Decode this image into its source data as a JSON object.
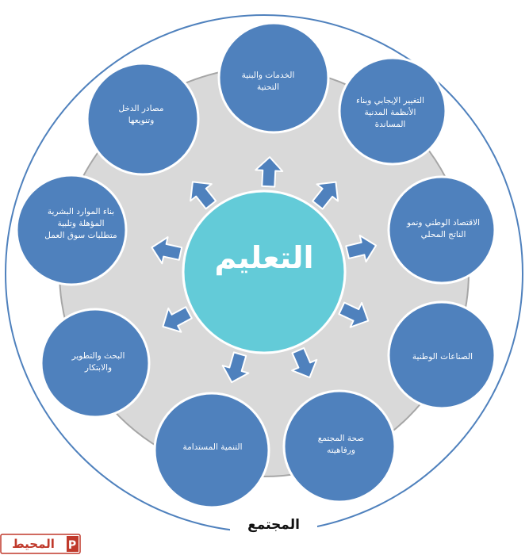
{
  "center": {
    "label": "التعليم"
  },
  "outer_label": "المجتمع",
  "logo": {
    "text": "المحيط"
  },
  "nodes": [
    {
      "id": "services",
      "lines": [
        "الخدمات والبنية",
        "التحتية"
      ]
    },
    {
      "id": "change",
      "lines": [
        "التغيير الإيجابي وبناء",
        "الأنظمة المدنية",
        "المساندة"
      ]
    },
    {
      "id": "economy",
      "lines": [
        "الاقتصاد الوطني ونمو",
        "الناتج المحلي"
      ]
    },
    {
      "id": "industries",
      "lines": [
        "الصناعات الوطنية"
      ]
    },
    {
      "id": "health",
      "lines": [
        "صحة المجتمع",
        "ورفاهيته"
      ]
    },
    {
      "id": "sustainable",
      "lines": [
        "التنمية المستدامة"
      ]
    },
    {
      "id": "research",
      "lines": [
        "البحث والتطوير",
        "والابتكار"
      ]
    },
    {
      "id": "human-resources",
      "lines": [
        "بناء الموارد البشرية",
        "المؤهلة وتلبية",
        "متطلبات سوق العمل"
      ]
    },
    {
      "id": "income",
      "lines": [
        "مصادر الدخل",
        "وتنويعها"
      ]
    }
  ],
  "colors": {
    "node_fill": "#4f81bd",
    "node_stroke": "#ffffff",
    "center_fill": "#63cbd8",
    "ring_fill": "#d9d9d9",
    "outer_stroke": "#4f81bd",
    "arrow_fill": "#4f81bd"
  }
}
